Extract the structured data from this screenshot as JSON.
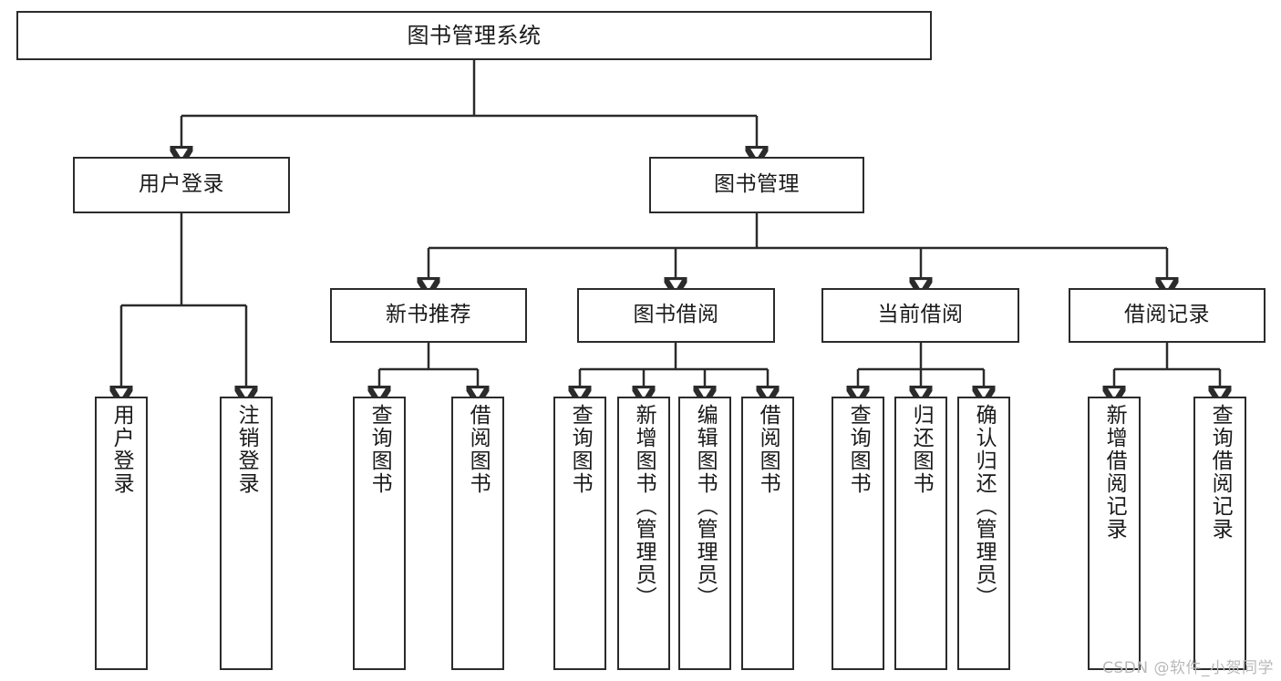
{
  "diagram": {
    "title": "图书管理系统",
    "type": "tree",
    "levels": 4,
    "colors": {
      "stroke": "#2b2b2b",
      "fill": "#ffffff",
      "text": "#1a1a1a",
      "watermark": "#b9b9b9"
    },
    "root": {
      "label": "图书管理系统"
    },
    "level2": [
      {
        "label": "用户登录"
      },
      {
        "label": "图书管理"
      }
    ],
    "level3": [
      {
        "label": "新书推荐"
      },
      {
        "label": "图书借阅"
      },
      {
        "label": "当前借阅"
      },
      {
        "label": "借阅记录"
      }
    ],
    "leaves": [
      {
        "label": "用户登录",
        "parent": "用户登录"
      },
      {
        "label": "注销登录",
        "parent": "用户登录"
      },
      {
        "label": "查询图书",
        "parent": "新书推荐"
      },
      {
        "label": "借阅图书",
        "parent": "新书推荐"
      },
      {
        "label": "查询图书",
        "parent": "图书借阅"
      },
      {
        "label": "新增图书（管理员）",
        "parent": "图书借阅"
      },
      {
        "label": "编辑图书（管理员）",
        "parent": "图书借阅"
      },
      {
        "label": "借阅图书",
        "parent": "图书借阅"
      },
      {
        "label": "查询图书",
        "parent": "当前借阅"
      },
      {
        "label": "归还图书",
        "parent": "当前借阅"
      },
      {
        "label": "确认归还（管理员）",
        "parent": "当前借阅"
      },
      {
        "label": "新增借阅记录",
        "parent": "借阅记录"
      },
      {
        "label": "查询借阅记录",
        "parent": "借阅记录"
      }
    ]
  },
  "watermark": {
    "text": "CSDN @软件_小贺同学"
  }
}
